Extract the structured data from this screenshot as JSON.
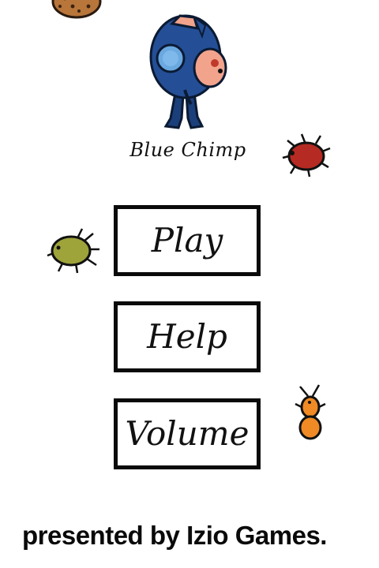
{
  "game": {
    "title": "Blue Chimp",
    "credits": "presented by Izio Games."
  },
  "menu": {
    "items": [
      {
        "label": "Play"
      },
      {
        "label": "Help"
      },
      {
        "label": "Volume"
      }
    ]
  },
  "sprites": {
    "character": "blue-chimp-character",
    "decorations": [
      "cookie",
      "red-bug",
      "green-bug",
      "orange-ant"
    ]
  },
  "colors": {
    "background": "#ffffff",
    "chimp_blue": "#1f4f9c",
    "red_bug": "#b52a22",
    "green_bug": "#9ea33a",
    "ant_orange": "#f08a24"
  }
}
